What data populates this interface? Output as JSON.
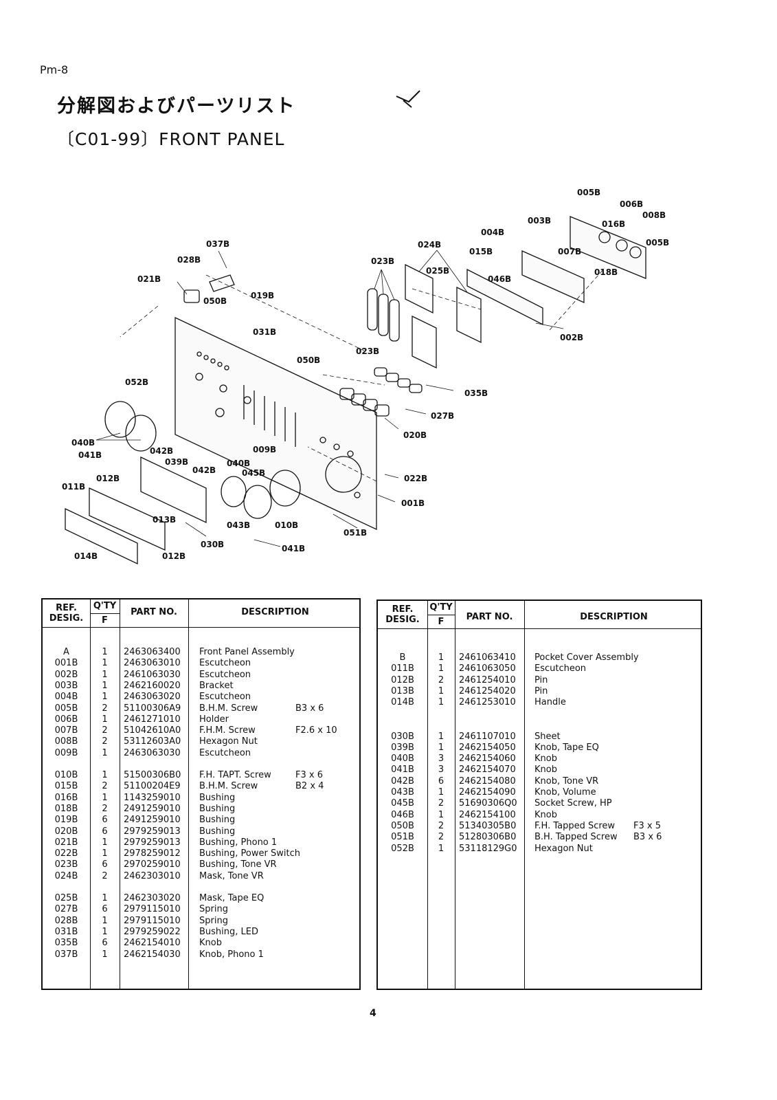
{
  "header": {
    "model": "Pm-8",
    "title_jp": "分解図およびパーツリスト",
    "title_en": "〔C01-99〕FRONT PANEL"
  },
  "diagram_labels": [
    "005B",
    "006B",
    "008B",
    "003B",
    "016B",
    "004B",
    "005B",
    "024B",
    "015B",
    "007B",
    "037B",
    "023B",
    "028B",
    "025B",
    "046B",
    "018B",
    "021B",
    "019B",
    "050B",
    "031B",
    "002B",
    "050B",
    "023B",
    "052B",
    "035B",
    "027B",
    "020B",
    "040B",
    "009B",
    "042B",
    "041B",
    "039B",
    "040B",
    "042B",
    "045B",
    "012B",
    "022B",
    "011B",
    "001B",
    "043B",
    "010B",
    "013B",
    "051B",
    "030B",
    "041B",
    "014B",
    "012B"
  ],
  "table_headers": {
    "ref_line1": "REF.",
    "ref_line2": "DESIG.",
    "qty_line1": "Q'TY",
    "qty_line2": "F",
    "part_no": "PART NO.",
    "description": "DESCRIPTION"
  },
  "left_table": [
    {
      "ref": "A",
      "qty": "1",
      "part": "2463063400",
      "desc": "Front Panel Assembly",
      "spec": ""
    },
    {
      "ref": "001B",
      "qty": "1",
      "part": "2463063010",
      "desc": "Escutcheon",
      "spec": ""
    },
    {
      "ref": "002B",
      "qty": "1",
      "part": "2461063030",
      "desc": "Escutcheon",
      "spec": ""
    },
    {
      "ref": "003B",
      "qty": "1",
      "part": "2462160020",
      "desc": "Bracket",
      "spec": ""
    },
    {
      "ref": "004B",
      "qty": "1",
      "part": "2463063020",
      "desc": "Escutcheon",
      "spec": ""
    },
    {
      "ref": "005B",
      "qty": "2",
      "part": "51100306A9",
      "desc": "B.H.M. Screw",
      "spec": "B3 x 6"
    },
    {
      "ref": "006B",
      "qty": "1",
      "part": "2461271010",
      "desc": "Holder",
      "spec": ""
    },
    {
      "ref": "007B",
      "qty": "2",
      "part": "51042610A0",
      "desc": "F.H.M. Screw",
      "spec": "F2.6 x 10"
    },
    {
      "ref": "008B",
      "qty": "2",
      "part": "53112603A0",
      "desc": "Hexagon Nut",
      "spec": ""
    },
    {
      "ref": "009B",
      "qty": "1",
      "part": "2463063030",
      "desc": "Escutcheon",
      "spec": ""
    },
    {
      "ref": "010B",
      "qty": "1",
      "part": "51500306B0",
      "desc": "F.H. TAPT. Screw",
      "spec": "F3 x 6"
    },
    {
      "ref": "015B",
      "qty": "2",
      "part": "51100204E9",
      "desc": "B.H.M. Screw",
      "spec": "B2 x 4"
    },
    {
      "ref": "016B",
      "qty": "1",
      "part": "1143259010",
      "desc": "Bushing",
      "spec": ""
    },
    {
      "ref": "018B",
      "qty": "2",
      "part": "2491259010",
      "desc": "Bushing",
      "spec": ""
    },
    {
      "ref": "019B",
      "qty": "6",
      "part": "2491259010",
      "desc": "Bushing",
      "spec": ""
    },
    {
      "ref": "020B",
      "qty": "6",
      "part": "2979259013",
      "desc": "Bushing",
      "spec": ""
    },
    {
      "ref": "021B",
      "qty": "1",
      "part": "2979259013",
      "desc": "Bushing, Phono 1",
      "spec": ""
    },
    {
      "ref": "022B",
      "qty": "1",
      "part": "2978259012",
      "desc": "Bushing, Power Switch",
      "spec": ""
    },
    {
      "ref": "023B",
      "qty": "6",
      "part": "2970259010",
      "desc": "Bushing, Tone VR",
      "spec": ""
    },
    {
      "ref": "024B",
      "qty": "2",
      "part": "2462303010",
      "desc": "Mask, Tone VR",
      "spec": ""
    },
    {
      "ref": "025B",
      "qty": "1",
      "part": "2462303020",
      "desc": "Mask, Tape EQ",
      "spec": ""
    },
    {
      "ref": "027B",
      "qty": "6",
      "part": "2979115010",
      "desc": "Spring",
      "spec": ""
    },
    {
      "ref": "028B",
      "qty": "1",
      "part": "2979115010",
      "desc": "Spring",
      "spec": ""
    },
    {
      "ref": "031B",
      "qty": "1",
      "part": "2979259022",
      "desc": "Bushing, LED",
      "spec": ""
    },
    {
      "ref": "035B",
      "qty": "6",
      "part": "2462154010",
      "desc": "Knob",
      "spec": ""
    },
    {
      "ref": "037B",
      "qty": "1",
      "part": "2462154030",
      "desc": "Knob, Phono 1",
      "spec": ""
    }
  ],
  "right_table": [
    {
      "ref": "B",
      "qty": "1",
      "part": "2461063410",
      "desc": "Pocket Cover Assembly",
      "spec": ""
    },
    {
      "ref": "011B",
      "qty": "1",
      "part": "2461063050",
      "desc": "Escutcheon",
      "spec": ""
    },
    {
      "ref": "012B",
      "qty": "2",
      "part": "2461254010",
      "desc": "Pin",
      "spec": ""
    },
    {
      "ref": "013B",
      "qty": "1",
      "part": "2461254020",
      "desc": "Pin",
      "spec": ""
    },
    {
      "ref": "014B",
      "qty": "1",
      "part": "2461253010",
      "desc": "Handle",
      "spec": ""
    },
    {
      "ref": "030B",
      "qty": "1",
      "part": "2461107010",
      "desc": "Sheet",
      "spec": ""
    },
    {
      "ref": "039B",
      "qty": "1",
      "part": "2462154050",
      "desc": "Knob, Tape EQ",
      "spec": ""
    },
    {
      "ref": "040B",
      "qty": "3",
      "part": "2462154060",
      "desc": "Knob",
      "spec": ""
    },
    {
      "ref": "041B",
      "qty": "3",
      "part": "2462154070",
      "desc": "Knob",
      "spec": ""
    },
    {
      "ref": "042B",
      "qty": "6",
      "part": "2462154080",
      "desc": "Knob, Tone VR",
      "spec": ""
    },
    {
      "ref": "043B",
      "qty": "1",
      "part": "2462154090",
      "desc": "Knob, Volume",
      "spec": ""
    },
    {
      "ref": "045B",
      "qty": "2",
      "part": "51690306Q0",
      "desc": "Socket Screw, HP",
      "spec": ""
    },
    {
      "ref": "046B",
      "qty": "1",
      "part": "2462154100",
      "desc": "Knob",
      "spec": ""
    },
    {
      "ref": "050B",
      "qty": "2",
      "part": "51340305B0",
      "desc": "F.H. Tapped Screw",
      "spec": "F3 x 5"
    },
    {
      "ref": "051B",
      "qty": "2",
      "part": "51280306B0",
      "desc": "B.H. Tapped Screw",
      "spec": "B3 x 6"
    },
    {
      "ref": "052B",
      "qty": "1",
      "part": "53118129G0",
      "desc": "Hexagon Nut",
      "spec": ""
    }
  ],
  "page_number": "4"
}
